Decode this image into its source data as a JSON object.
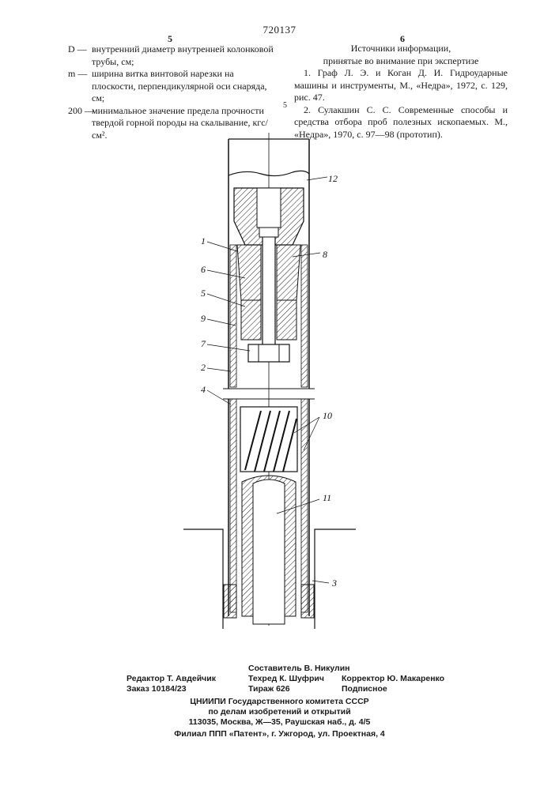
{
  "doc_number": "720137",
  "left_col_num": "5",
  "right_col_num": "6",
  "legend": [
    {
      "sym": "D —",
      "text": "внутренний диаметр внутренней колонковой трубы, см;"
    },
    {
      "sym": "m —",
      "text": "ширина витка винтовой нарезки на плоскости, перпендикулярной оси снаряда, см;"
    },
    {
      "sym": "200 —",
      "text": "минимальное значение предела прочности твердой горной породы на скалывание, кгс/см²."
    }
  ],
  "sources": {
    "heading1": "Источники информации,",
    "heading2": "принятые во внимание при экспертизе",
    "items": [
      "1. Граф Л. Э. и Коган Д. И. Гидроударные машины и инструменты, М., «Недра», 1972, с. 129, рис. 47.",
      "2. Сулакшин С. С. Современные способы и средства отбора проб полезных ископаемых. М., «Недра», 1970, с. 97—98 (прототип)."
    ],
    "line_number": "5"
  },
  "drawing_labels": [
    "12",
    "1",
    "8",
    "6",
    "5",
    "9",
    "7",
    "2",
    "4",
    "10",
    "11",
    "3"
  ],
  "footer": {
    "compiler": "Составитель В. Никулин",
    "editor": "Редактор Т. Авдейчик",
    "techred": "Техред К. Шуфрич",
    "corrector": "Корректор Ю. Макаренко",
    "order": "Заказ 10184/23",
    "circulation": "Тираж 626",
    "subscription": "Подписное",
    "org1": "ЦНИИПИ Государственного комитета СССР",
    "org2": "по делам изобретений и открытий",
    "address": "113035, Москва, Ж—35, Раушская наб., д. 4/5",
    "branch": "Филиал ППП «Патент», г. Ужгород, ул. Проектная, 4"
  }
}
